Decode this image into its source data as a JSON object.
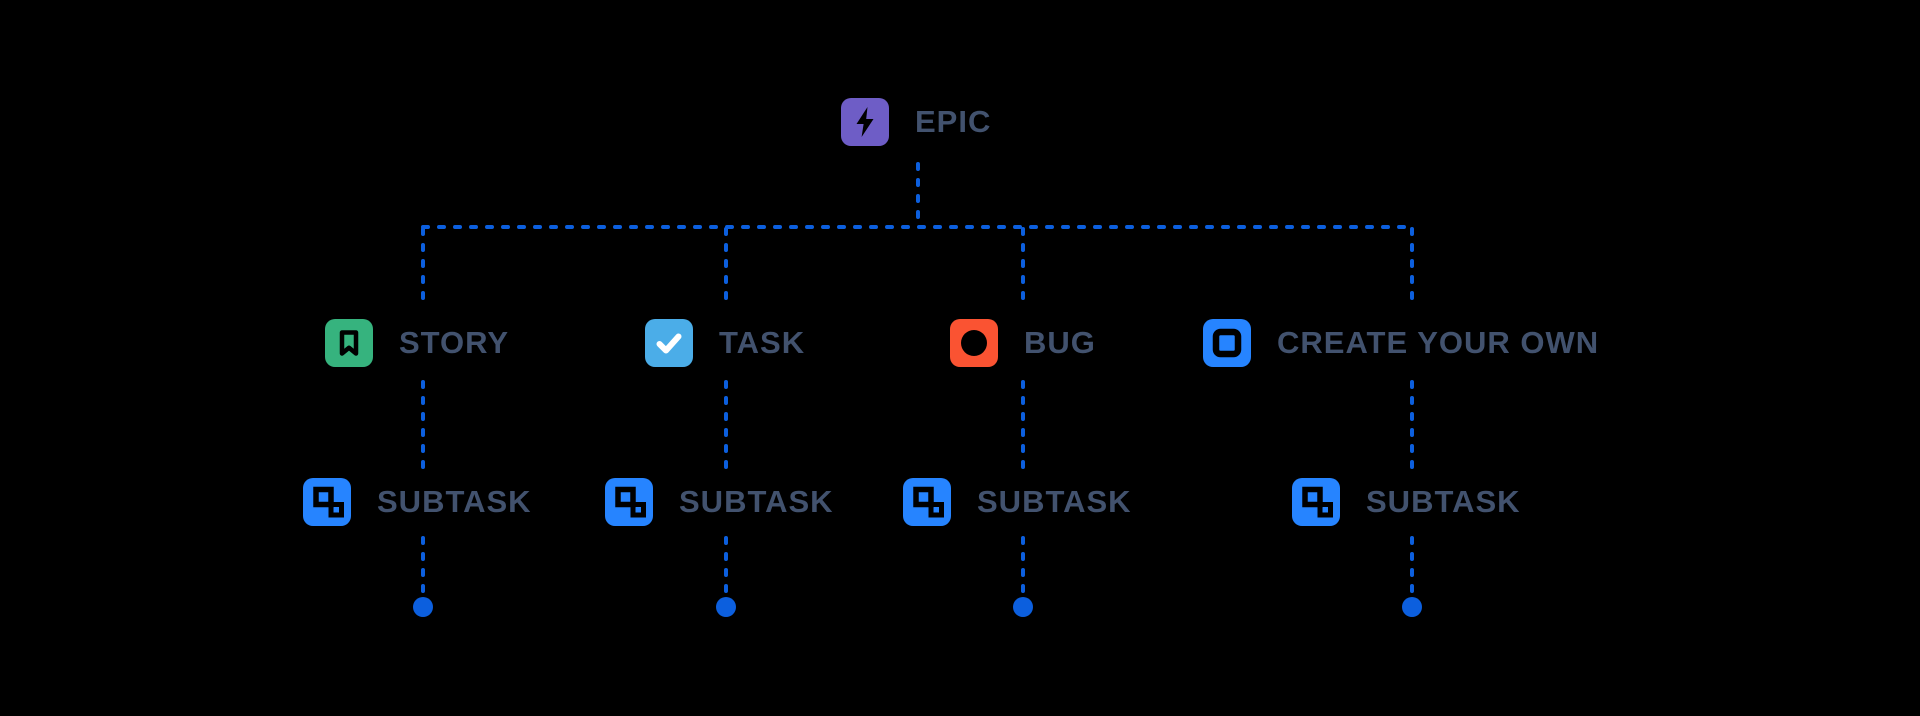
{
  "colors": {
    "background": "#000000",
    "connector": "#0C5FDE",
    "label": "#42526E",
    "epic": "#6E5DC6",
    "story": "#36B37E",
    "task": "#4BADE8",
    "task-check": "#FFFFFF",
    "bug": "#FA5332",
    "create": "#2684FF",
    "subtask": "#2684FF",
    "glyph": "#000000"
  },
  "hierarchy": {
    "root": {
      "label": "EPIC"
    },
    "children": [
      {
        "label": "STORY"
      },
      {
        "label": "TASK"
      },
      {
        "label": "BUG"
      },
      {
        "label": "CREATE YOUR OWN"
      }
    ],
    "subtasks": [
      {
        "label": "SUBTASK"
      },
      {
        "label": "SUBTASK"
      },
      {
        "label": "SUBTASK"
      },
      {
        "label": "SUBTASK"
      }
    ]
  }
}
